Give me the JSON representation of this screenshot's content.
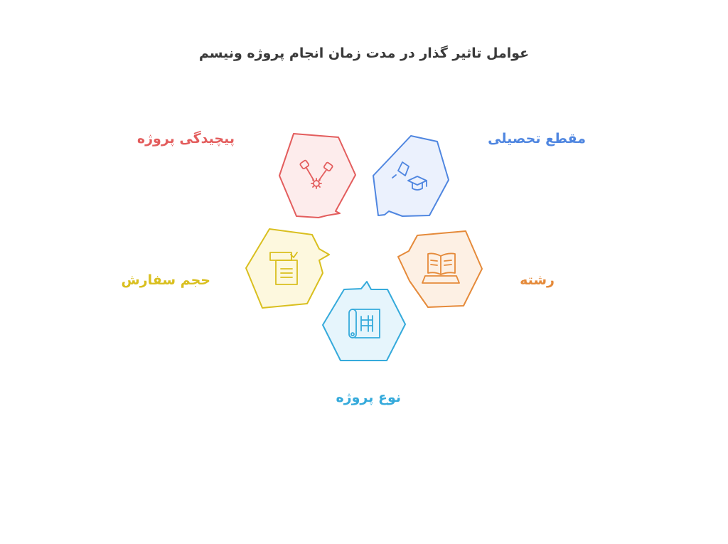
{
  "title": "عوامل تاثیر گذار در مدت زمان انجام پروژه ونیسم",
  "factors": {
    "complexity": {
      "label": "پیچیدگی پروژه",
      "color": "#e35d5d",
      "fill": "#fdecec",
      "icon": "tools-icon"
    },
    "level": {
      "label": "مقطع تحصیلی",
      "color": "#4f86e0",
      "fill": "#ebf1fd",
      "icon": "graduation-cap-icon"
    },
    "field": {
      "label": "رشته",
      "color": "#e58a3a",
      "fill": "#fdf0e4",
      "icon": "open-book-icon"
    },
    "volume": {
      "label": "حجم سفارش",
      "color": "#d9bf1f",
      "fill": "#fdf8de",
      "icon": "document-icon"
    },
    "type": {
      "label": "نوع پروژه",
      "color": "#35aadb",
      "fill": "#e6f5fc",
      "icon": "blueprint-icon"
    }
  }
}
